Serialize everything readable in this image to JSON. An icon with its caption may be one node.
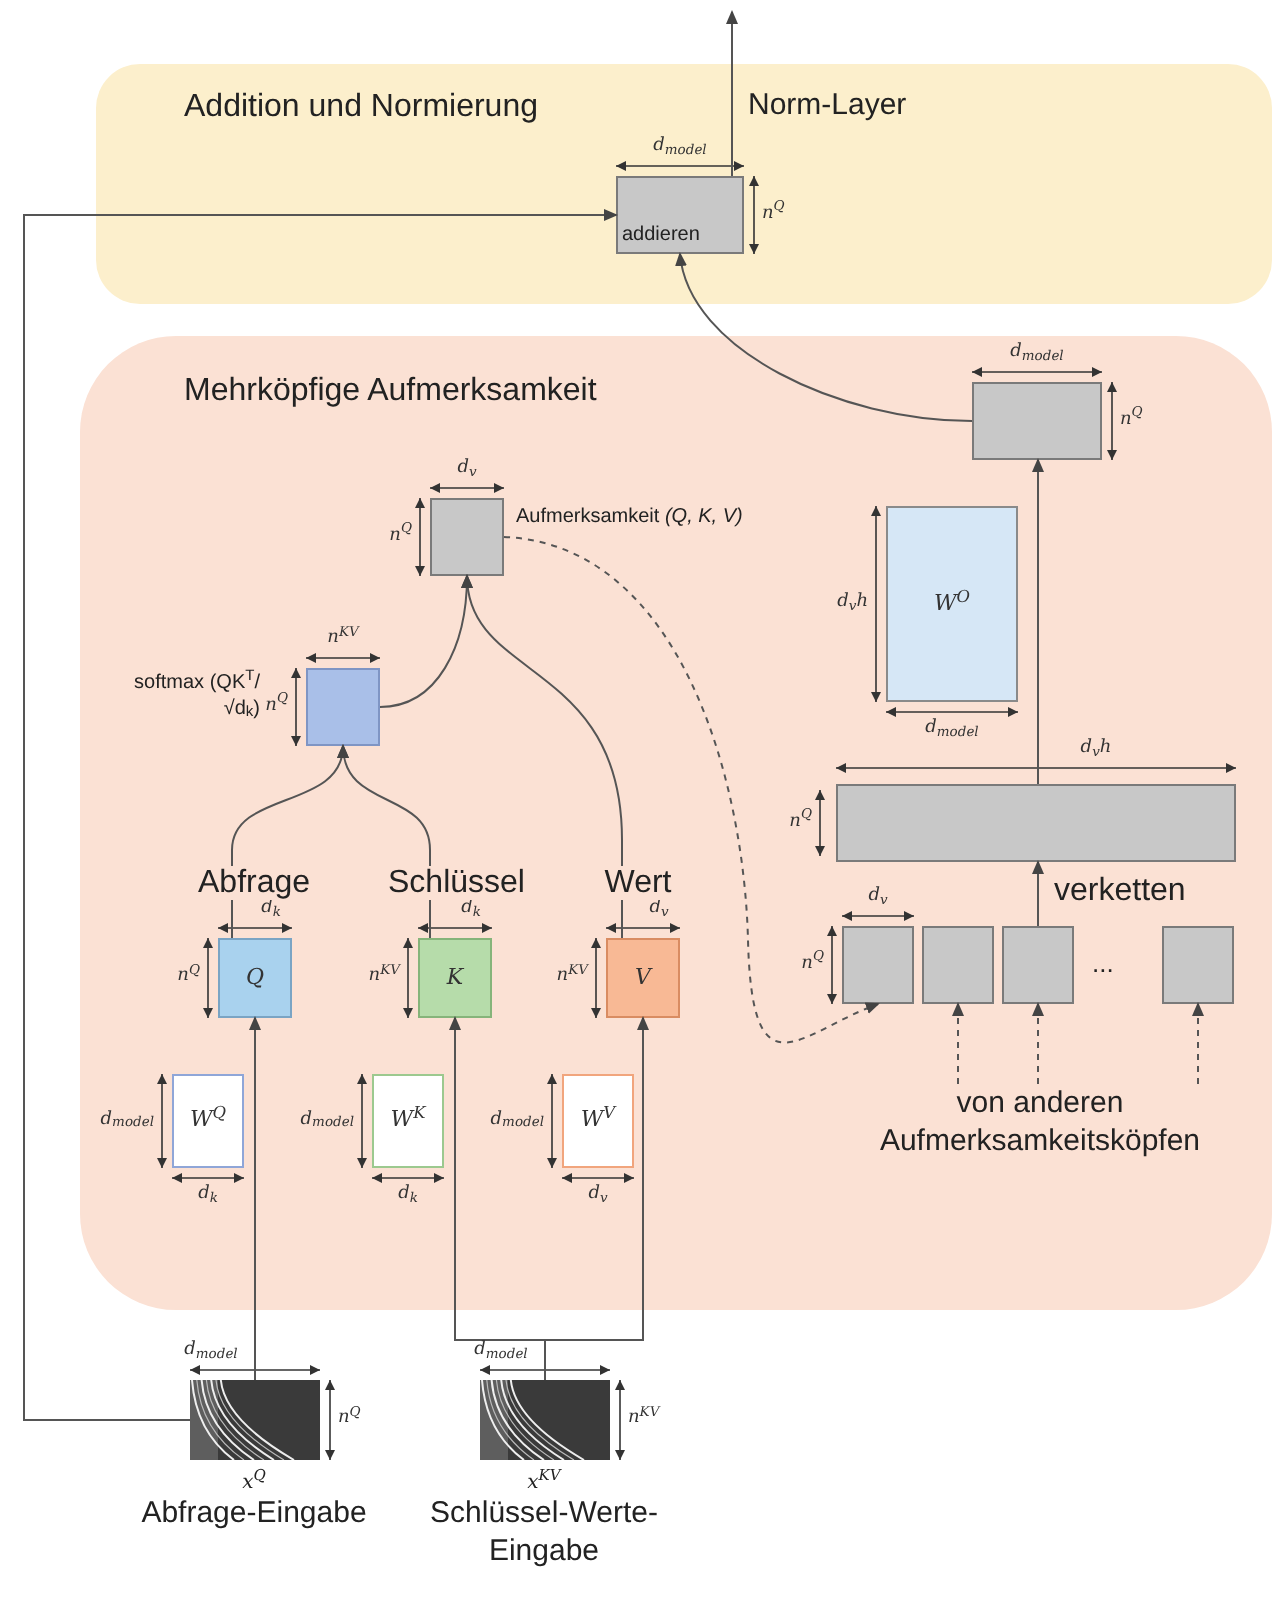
{
  "diagram": {
    "nodes": [
      {
        "text": [
          "Addition und Normierung"
        ]
      },
      {
        "text": [
          "addieren"
        ],
        "in": 0,
        "beside": [
          "d$_{model}$",
          "n$^{Q}$"
        ]
      },
      {
        "text": [
          "Mehrköpfige Aufmerksamkeit"
        ]
      },
      {
        "text": [],
        "shape": "box",
        "in": 2,
        "beside": [
          "d$_{model}$",
          "n$^{Q}$"
        ]
      },
      {
        "text": [],
        "shape": "box",
        "in": 2,
        "beside": [
          "d$_{v}$",
          "n$^{Q}$",
          "Aufmerksamkeit *(Q, K, V)*"
        ]
      },
      {
        "text": [],
        "shape": "box",
        "in": 2,
        "beside": [
          "n$^{KV}$",
          "n$^{Q}$",
          "softmax (QK$^{T}$/√d$_{k}$)"
        ]
      },
      {
        "text": [
          "W$^{O}$"
        ],
        "in": 2,
        "beside": [
          "d$_{v}$h",
          "d$_{model}$"
        ]
      },
      {
        "text": [],
        "shape": "box",
        "in": 2,
        "beside": [
          "d$_{v}$h",
          "n$^{Q}$"
        ]
      },
      {
        "text": [],
        "shape": "box",
        "in": 2,
        "beside": [
          "d$_{v}$",
          "n$^{Q}$"
        ]
      },
      {
        "text": [],
        "shape": "box",
        "in": 2
      },
      {
        "text": [],
        "shape": "box",
        "in": 2
      },
      {
        "text": [],
        "shape": "box",
        "in": 2
      },
      {
        "text": [
          "Q"
        ],
        "in": 2,
        "beside": [
          "d$_{k}$",
          "n$^{Q}$"
        ]
      },
      {
        "text": [
          "K"
        ],
        "in": 2,
        "beside": [
          "d$_{k}$",
          "n$^{KV}$"
        ]
      },
      {
        "text": [
          "V"
        ],
        "in": 2,
        "beside": [
          "d$_{v}$",
          "n$^{KV}$"
        ]
      },
      {
        "text": [
          "W$^{Q}$"
        ],
        "in": 2,
        "beside": [
          "d$_{model}$",
          "d$_{k}$"
        ]
      },
      {
        "text": [
          "W$^{K}$"
        ],
        "in": 2,
        "beside": [
          "d$_{model}$",
          "d$_{k}$"
        ]
      },
      {
        "text": [
          "W$^{V}$"
        ],
        "in": 2,
        "beside": [
          "d$_{model}$",
          "d$_{v}$"
        ]
      },
      {
        "text": [],
        "shape": "picture",
        "beside": [
          "d$_{model}$",
          "n$^{Q}$",
          "x$^{Q}$",
          "Abfrage-Eingabe"
        ]
      },
      {
        "text": [],
        "shape": "picture",
        "beside": [
          "d$_{model}$",
          "n$^{KV}$",
          "x$^{KV}$",
          "Schlüssel-Werte-Eingabe"
        ]
      },
      {
        "text": [
          "von anderen Aufmerksamkeitsköpfen"
        ],
        "in": 2
      }
    ],
    "edges": [
      {
        "from": 18,
        "to": 12,
        "arrow": "to"
      },
      {
        "from": 19,
        "to": 13,
        "arrow": "to"
      },
      {
        "from": 19,
        "to": 14,
        "arrow": "to"
      },
      {
        "from": 12,
        "to": 5,
        "arrow": "to",
        "label": "Abfrage"
      },
      {
        "from": 13,
        "to": 5,
        "arrow": "to",
        "label": "Schlüssel"
      },
      {
        "from": 14,
        "to": 4,
        "arrow": "to",
        "label": "Wert"
      },
      {
        "from": 5,
        "to": 4,
        "arrow": "to"
      },
      {
        "from": 4,
        "to": 8,
        "arrow": "to",
        "style": "dashed"
      },
      {
        "from": 20,
        "to": 9,
        "arrow": "to",
        "style": "dashed"
      },
      {
        "from": 20,
        "to": 10,
        "arrow": "to",
        "style": "dashed"
      },
      {
        "from": 20,
        "to": 11,
        "arrow": "to",
        "style": "dashed"
      },
      {
        "from": 10,
        "to": 7,
        "arrow": "to",
        "label": "verketten"
      },
      {
        "from": 7,
        "to": 3,
        "arrow": "to"
      },
      {
        "from": 3,
        "to": 1,
        "arrow": "to"
      },
      {
        "from": 18,
        "to": 1,
        "arrow": "to"
      },
      {
        "from": 1,
        "to": null,
        "arrow": "to"
      }
    ],
    "labels": [
      "Norm-Layer",
      "..."
    ]
  }
}
